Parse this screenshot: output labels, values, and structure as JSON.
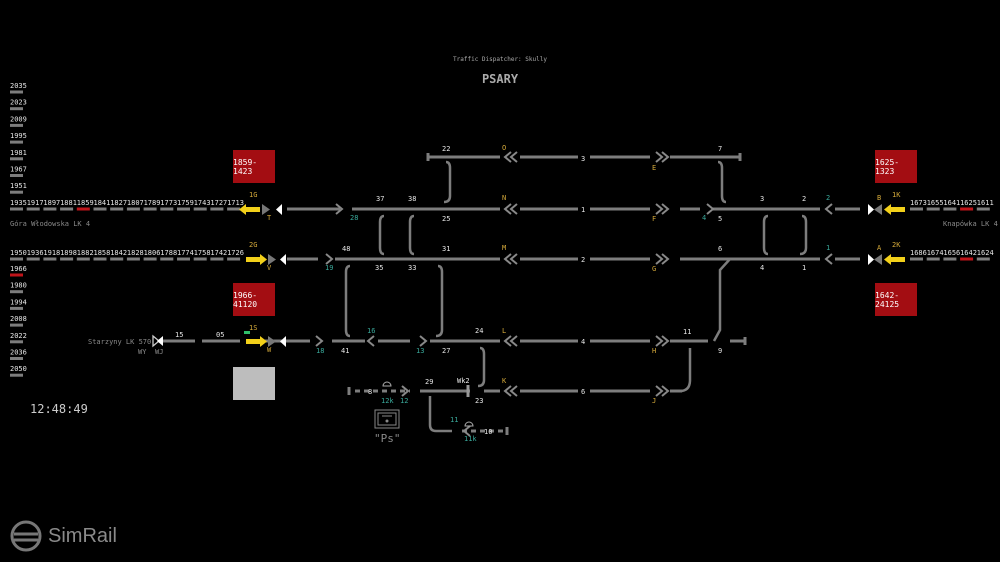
{
  "header": {
    "dispatcher": "Traffic Dispatcher: Skully",
    "station": "PSARY"
  },
  "clock": "12:48:49",
  "brand": "SimRail",
  "left_vertical_blocks": {
    "upper": [
      "2035",
      "2023",
      "2009",
      "1995",
      "1981",
      "1967",
      "1951"
    ],
    "lower": [
      "1966",
      "1980",
      "1994",
      "2008",
      "2022",
      "2036",
      "2050"
    ],
    "occupied": "1966"
  },
  "left_line1_blocks": [
    "1935",
    "1917",
    "1897",
    "1881",
    "1859",
    "1841",
    "1827",
    "1807",
    "1789",
    "1773",
    "1759",
    "1743",
    "1727",
    "1713"
  ],
  "left_line1_occupied": "1859",
  "left_line2_blocks": [
    "1950",
    "1936",
    "1918",
    "1898",
    "1882",
    "1858",
    "1842",
    "1828",
    "1806",
    "1788",
    "1774",
    "1758",
    "1742",
    "1726"
  ],
  "right_line1_blocks": [
    "1673",
    "1655",
    "1641",
    "1625",
    "1611"
  ],
  "right_line1_occupied": "1625",
  "right_line2_blocks": [
    "1686",
    "1674",
    "1656",
    "1642",
    "1624"
  ],
  "right_line2_occupied": "1642",
  "line_names": {
    "left": "Góra Włodowska LK 4",
    "right": "Knapówka LK 4",
    "branch": "Starzyny LK 570"
  },
  "train_boxes": {
    "tl": "1859-1423",
    "bl": "1966-41120",
    "tr": "1625-1323",
    "br": "1642-24125"
  },
  "signals": {
    "1G": "1G",
    "2G": "2G",
    "1S": "1S",
    "1K": "1K",
    "2K": "2K",
    "T": "T",
    "V": "V",
    "W": "W",
    "O": "O",
    "N": "N",
    "M": "M",
    "L": "L",
    "K": "K",
    "E": "E",
    "F": "F",
    "G": "G",
    "H": "H",
    "J": "J",
    "B": "B",
    "A": "A",
    "WY": "WY",
    "WJ": "WJ",
    "Wk2": "Wk2"
  },
  "tracks": {
    "t1": "1",
    "t2": "2",
    "t3": "3",
    "t4": "4",
    "t6": "6",
    "b15": "15",
    "b05": "05",
    "t8": "8",
    "t10": "10"
  },
  "switches": {
    "s37": "37",
    "s38": "38",
    "s22": "22",
    "s25": "25",
    "s48": "48",
    "s35": "35",
    "s33": "33",
    "s31": "31",
    "s41": "41",
    "s27": "27",
    "s24": "24",
    "s29": "29",
    "s23": "23",
    "s7": "7",
    "s3": "3",
    "s2": "2",
    "s5": "5",
    "s6": "6",
    "s4": "4",
    "s1": "1",
    "s11": "11",
    "s9": "9"
  },
  "switch_ids": {
    "z28": "28",
    "z19": "19",
    "z18": "18",
    "z16": "16",
    "z13": "13",
    "z4": "4",
    "z2": "2",
    "z1": "1",
    "z12k": "12k",
    "z12": "12",
    "z11": "11",
    "z11k": "11k"
  },
  "shunt_label": "\"Ps\""
}
